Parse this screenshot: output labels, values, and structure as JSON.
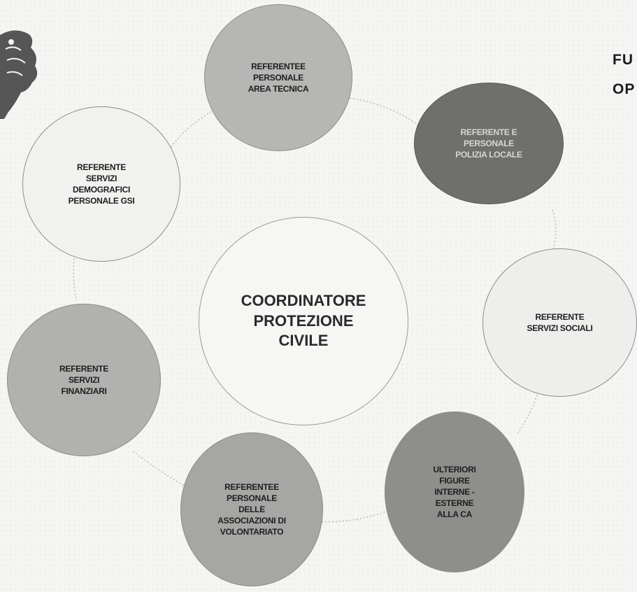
{
  "header": {
    "title_line1": "FU",
    "title_line2": "OP"
  },
  "center": {
    "label": "COORDINATORE\nPROTEZIONE\nCIVILE"
  },
  "nodes": {
    "area_tecnica": "REFERENTEE\nPERSONALE\nAREA TECNICA",
    "polizia_locale": "REFERENTE E\nPERSONALE\nPOLIZIA LOCALE",
    "servizi_demografici": "REFERENTE\nSERVIZI\nDEMOGRAFICI\nPERSONALE GSI",
    "servizi_sociali": "REFERENTE\nSERVIZI SOCIALI",
    "servizi_finanziari": "REFERENTE\nSERVIZI\nFINANZIARI",
    "associazioni": "REFERENTEE\nPERSONALE\nDELLE\nASSOCIAZIONI DI\nVOLONTARIATO",
    "ulteriori_figure": "ULTERIORI\nFIGURE\nINTERNE -\nESTERNE\nALLA CA"
  },
  "colors": {
    "light_fill": "#f1f1ef",
    "medium_fill": "#b4b4b2",
    "dark_fill": "#8a8a88",
    "darkest_fill": "#6f6f6d",
    "connector": "#b8b8b8"
  },
  "logo": {
    "icon": "coat-of-arms-icon"
  }
}
